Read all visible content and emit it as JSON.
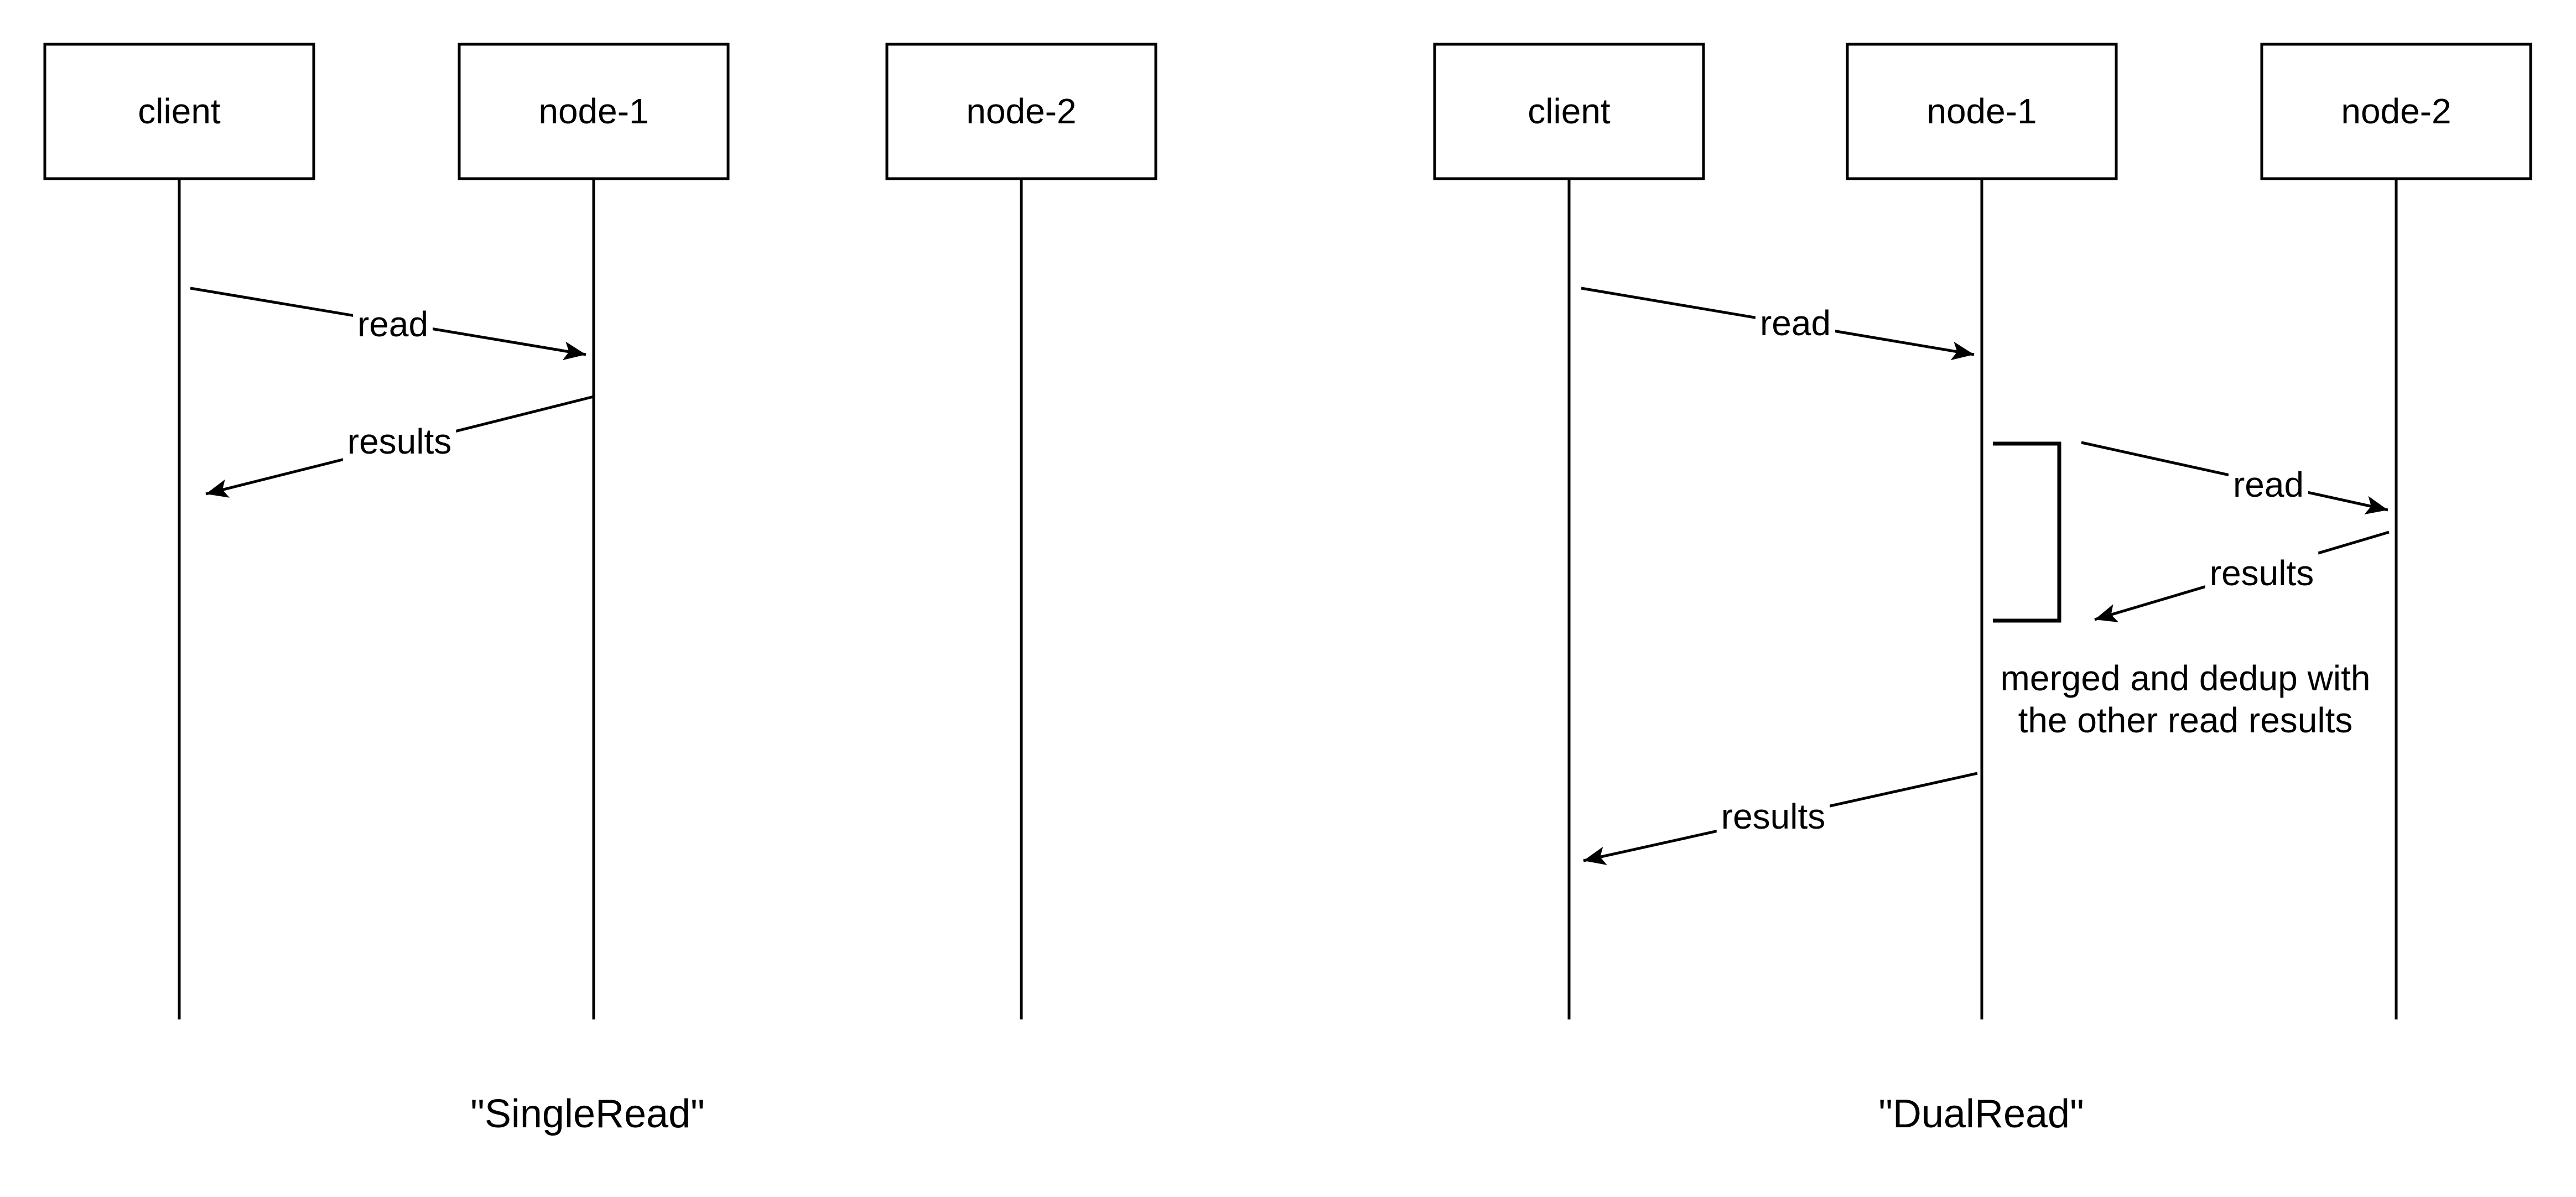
{
  "colors": {
    "ink": "#000000",
    "background": "#ffffff"
  },
  "diagrams": [
    {
      "caption": "\"SingleRead\"",
      "participants": [
        "client",
        "node-1",
        "node-2"
      ],
      "messages": [
        "read",
        "results"
      ]
    },
    {
      "caption": "\"DualRead\"",
      "participants": [
        "client",
        "node-1",
        "node-2"
      ],
      "messages": [
        "read",
        "read",
        "results",
        "results"
      ],
      "note": [
        "merged and dedup with",
        "the other read results"
      ]
    }
  ]
}
